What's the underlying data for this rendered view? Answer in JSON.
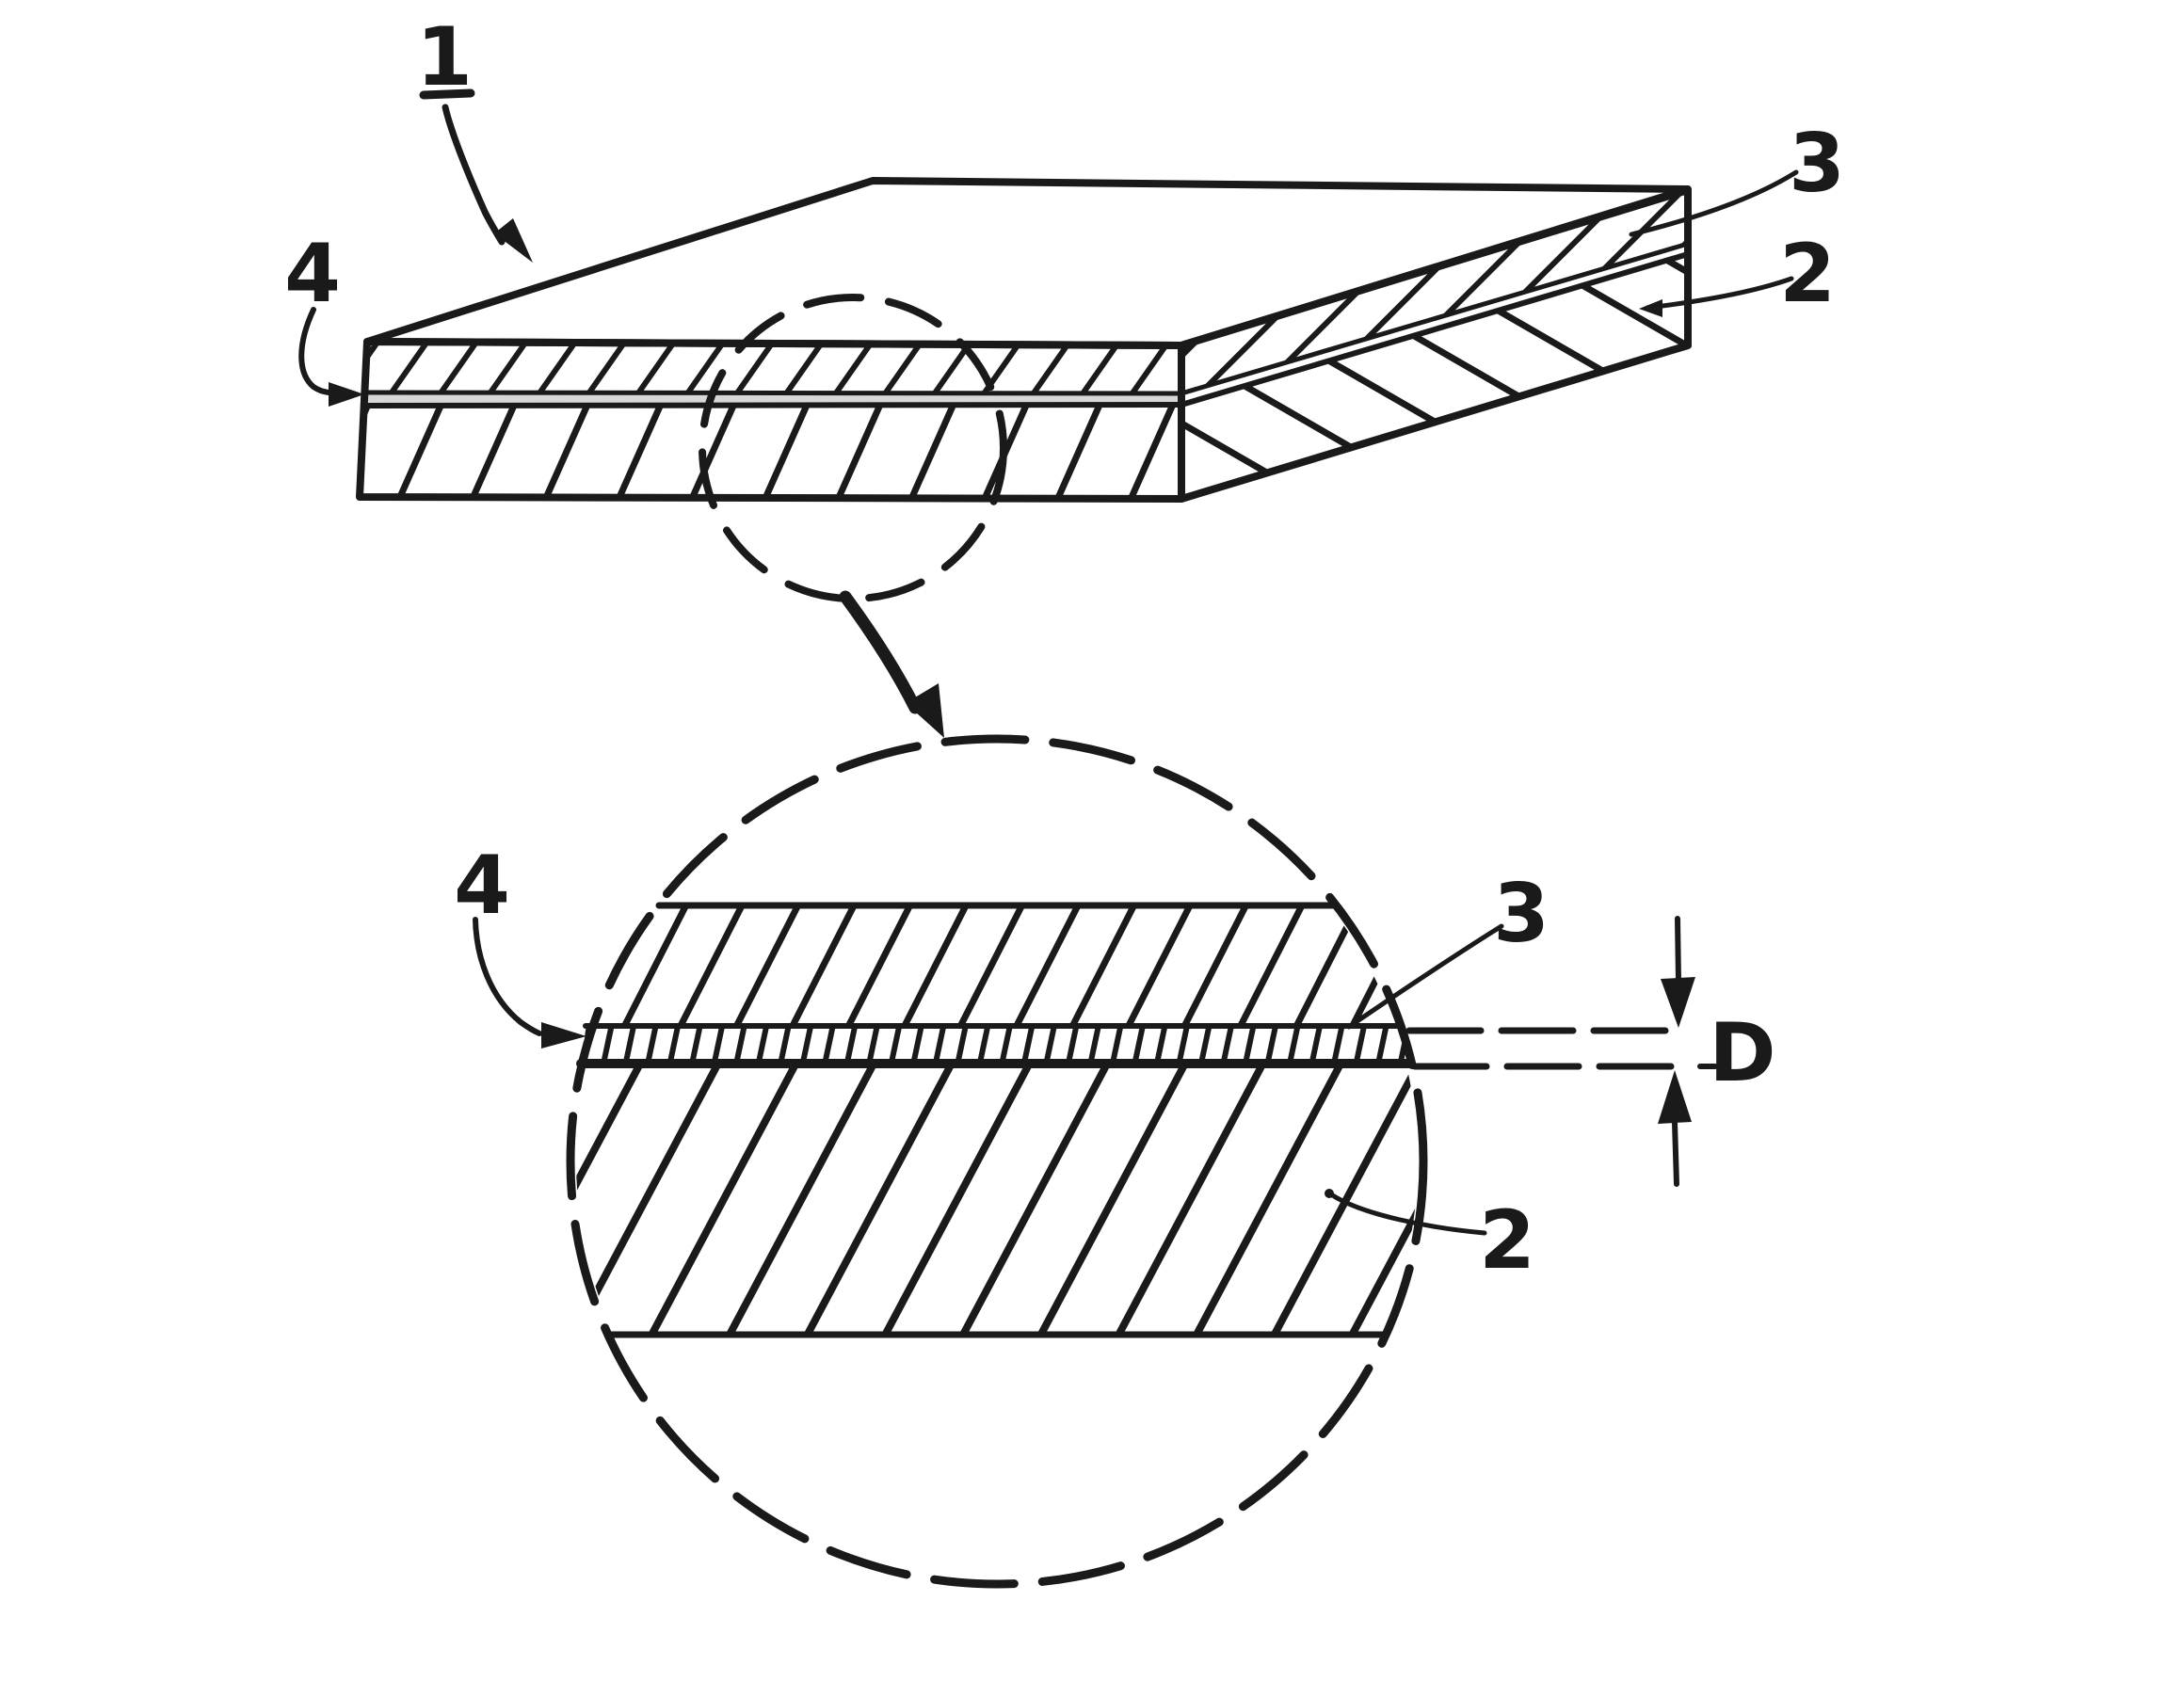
{
  "figure_type": "patent-line-drawing",
  "colors": {
    "ink": "#1a1a1a",
    "paper": "#ffffff",
    "thin_tint": "#d7d7d7"
  },
  "labels": {
    "overview_part": "1",
    "overview_layer_top": "3",
    "overview_layer_base": "2",
    "overview_layer_thin": "4",
    "detail_layer_thin": "4",
    "detail_layer_top": "3",
    "detail_layer_base": "2",
    "detail_dimension": "D"
  },
  "structure": {
    "overview": "laminated slab in perspective: top coating layer 3, thin interlayer 4, base layer 2; dashed inspection circle with magnifier arrow",
    "detail": "magnified dashed circle of layer stack; dimension D marks interlayer 4 thickness"
  }
}
